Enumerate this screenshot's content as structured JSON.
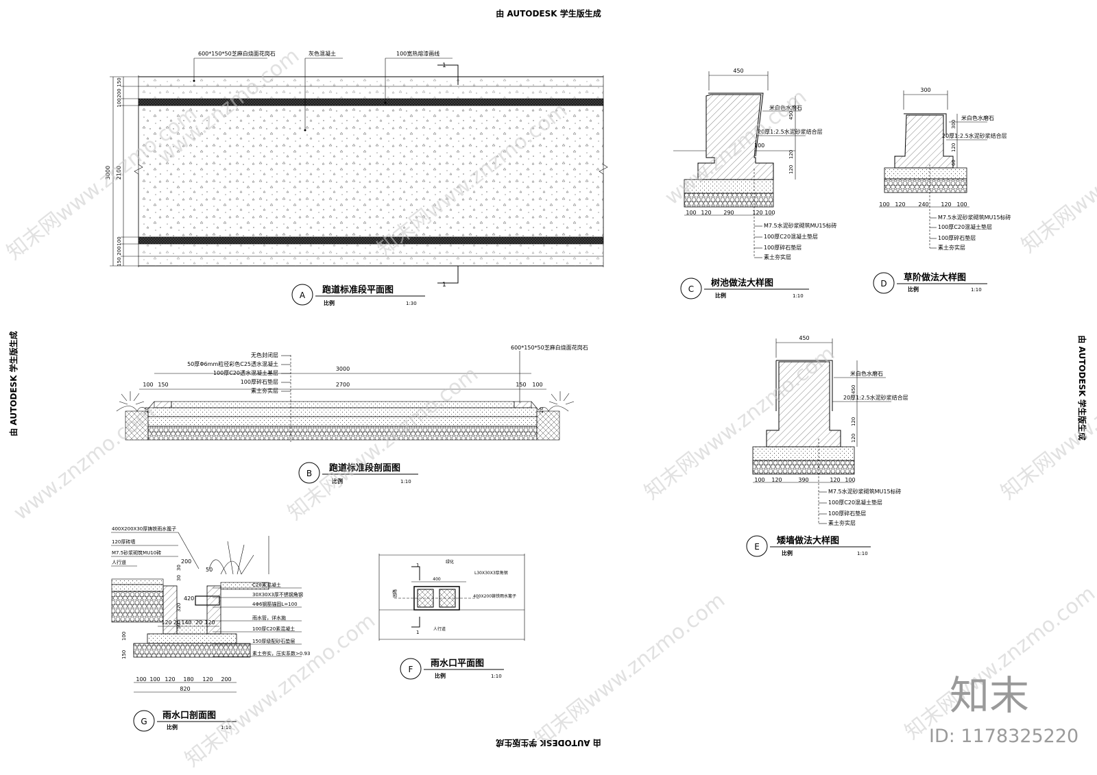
{
  "stamps": {
    "top": "由 AUTODESK 学生版生成",
    "bottom": "由 AUTODESK 学生版生成",
    "left": "由 AUTODESK 学生版生成",
    "right": "由 AUTODESK 学生版生成"
  },
  "watermark": {
    "site": "www.znzmo.com",
    "cn_site": "知末网www.znzmo.com",
    "logo": "知末",
    "id": "ID: 1178325220"
  },
  "common": {
    "scale_label": "比例"
  },
  "drawing_a": {
    "letter": "A",
    "title": "跑道标准段平面图",
    "scale": "1:30",
    "label_granite": "600*150*50芝麻白烧面花岗石",
    "label_concrete": "灰色混凝土",
    "label_stripe": "100宽热熔漆画线",
    "section_mark": "1",
    "dim_total": "3000",
    "dim_mid": "2100",
    "dim_150": "150",
    "dim_200": "200",
    "dim_100": "100"
  },
  "drawing_b": {
    "letter": "B",
    "title": "跑道标准段剖面图",
    "scale": "1:10",
    "layers": [
      "无色封闭层",
      "50厚Φ6mm粒径彩色C25透水混凝土",
      "100厚C20透水混凝土基层",
      "100厚碎石垫层",
      "素土夯实层"
    ],
    "label_granite": "600*150*50芝麻白烧面花岗石",
    "dim_3000": "3000",
    "dim_2700": "2700",
    "dim_100": "100",
    "dim_150": "150",
    "dim_20": "20"
  },
  "drawing_c": {
    "letter": "C",
    "title": "树池做法大样图",
    "scale": "1:10",
    "top_dim": "450",
    "label_stone": "米白色水磨石",
    "label_mortar": "20厚1:2.5水泥砂浆结合层",
    "dim_450": "450",
    "dim_100": "100",
    "dim_120": "120",
    "bottom_dims": [
      "100",
      "120",
      "290",
      "120",
      "100"
    ],
    "layers": [
      "M7.5水泥砂浆砌筑MU15标砖",
      "100厚C20混凝土垫层",
      "100厚碎石垫层",
      "素土夯实层"
    ]
  },
  "drawing_d": {
    "letter": "D",
    "title": "草阶做法大样图",
    "scale": "1:10",
    "top_dim": "300",
    "label_stone": "米白色水磨石",
    "label_mortar": "20厚1:2.5水泥砂浆结合层",
    "dim_300": "300",
    "dim_120": "120",
    "dim_60": "60",
    "bottom_dims": [
      "100",
      "120",
      "240",
      "120",
      "100"
    ],
    "layers": [
      "M7.5水泥砂浆砌筑MU15标砖",
      "100厚C20混凝土垫层",
      "100厚碎石垫层",
      "素土夯实层"
    ]
  },
  "drawing_e": {
    "letter": "E",
    "title": "矮墙做法大样图",
    "scale": "1:10",
    "top_dim": "450",
    "label_stone": "米白色水磨石",
    "label_mortar": "20厚1:2.5水泥砂浆结合层",
    "dim_450": "450",
    "dim_120": "120",
    "bottom_dims": [
      "100",
      "120",
      "390",
      "120",
      "100"
    ],
    "layers": [
      "M7.5水泥砂浆砌筑MU15标砖",
      "100厚C20混凝土垫层",
      "100厚碎石垫层",
      "素土夯实层"
    ]
  },
  "drawing_f": {
    "letter": "F",
    "title": "雨水口平面图",
    "scale": "1:10",
    "label_green": "绿化",
    "label_angle": "L30X30X3厚角钢",
    "label_dim": "400",
    "label_grate": "400X200铸铁雨水篦子",
    "label_walk": "人行道",
    "label_road": "园路",
    "section_mark": "1"
  },
  "drawing_g": {
    "letter": "G",
    "title": "雨水口剖面图",
    "scale": "1:10",
    "labels_left": [
      "400X200X30厚铸铁雨水篦子",
      "120厚砖墙",
      "M7.5砂浆砌筑MU10砖",
      "人行道"
    ],
    "labels_right": [
      "C20素混凝土",
      "30X30X3厚不锈钢角钢",
      "4Φ6钢筋锚固L=100",
      "雨水管，详水施",
      "100厚C20素混凝土",
      "150厚级配砂石垫层",
      "素土夯实，压实系数>0.93"
    ],
    "dims_top": [
      "200",
      "50",
      "30",
      "30",
      "420",
      "320",
      "50",
      "100",
      "150"
    ],
    "bottom_dims": [
      "100",
      "100",
      "120",
      "180",
      "120",
      "200"
    ],
    "inner_dims": [
      "120",
      "20",
      "140",
      "20",
      "120"
    ],
    "total": "820"
  }
}
